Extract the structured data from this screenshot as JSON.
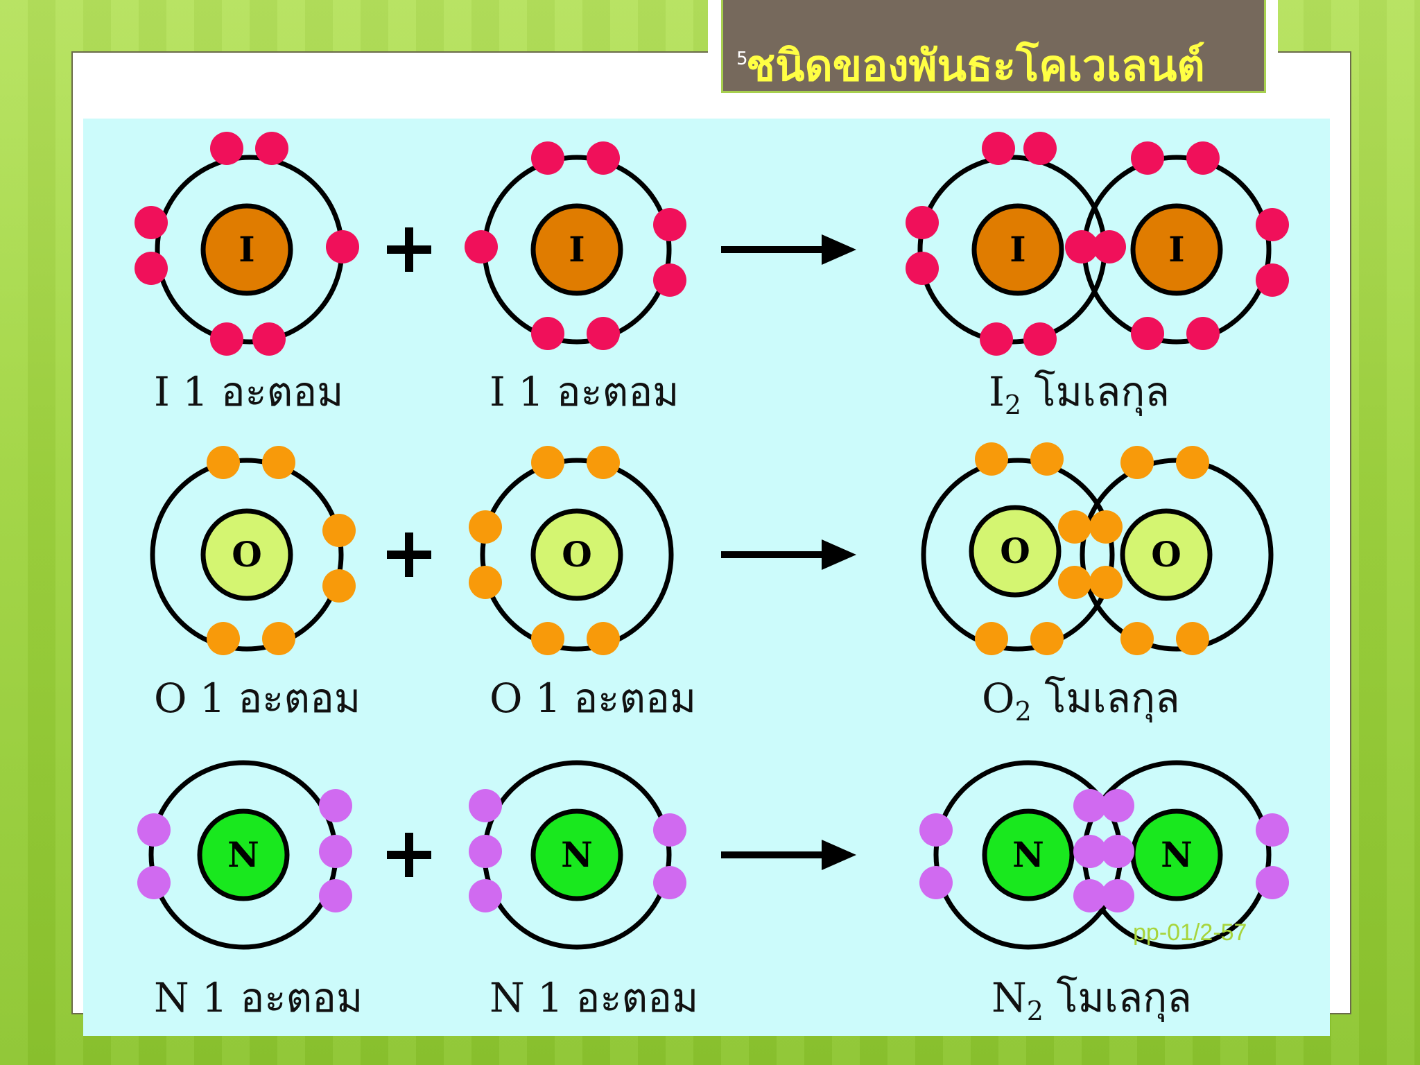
{
  "slide": {
    "number": "5",
    "title": "ชนิดของพันธะโคเวเลนต์",
    "watermark": "pp-01/2-57"
  },
  "colors": {
    "iodine_nucleus": "#e07c00",
    "iodine_electron": "#f0105a",
    "oxygen_nucleus": "#d4f571",
    "oxygen_electron": "#f89a0a",
    "nitrogen_nucleus": "#19e81e",
    "nitrogen_electron": "#d06af0",
    "panel": "#ccfbfb",
    "title_bg": "#76695c",
    "title_text": "#ffff44"
  },
  "reactions": [
    {
      "element": "I",
      "atom_label_prefix": "I 1 ",
      "atom_label_word": "อะตอม",
      "molecule_symbol": "I",
      "molecule_subscript": "2",
      "molecule_word": "โมเลกุล",
      "operator": "+",
      "arrow": "right-arrow"
    },
    {
      "element": "O",
      "atom_label_prefix": "O 1 ",
      "atom_label_word": "อะตอม",
      "molecule_symbol": "O",
      "molecule_subscript": "2",
      "molecule_word": "โมเลกุล",
      "operator": "+",
      "arrow": "right-arrow"
    },
    {
      "element": "N",
      "atom_label_prefix": "N 1 ",
      "atom_label_word": "อะตอม",
      "molecule_symbol": "N",
      "molecule_subscript": "2",
      "molecule_word": "โมเลกุล",
      "operator": "+",
      "arrow": "right-arrow"
    }
  ]
}
